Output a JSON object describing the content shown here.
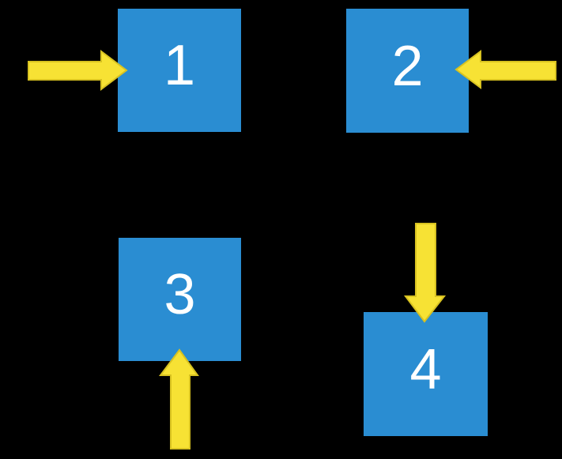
{
  "colors": {
    "background": "#000000",
    "square-fill": "#2A8DD2",
    "arrow-fill": "#F7E234",
    "arrow-stroke": "#D8C220",
    "label-color": "#FFFFFF"
  },
  "squares": [
    {
      "label": "1",
      "arrow": "arrow-pointing-right-into-left-side"
    },
    {
      "label": "2",
      "arrow": "arrow-pointing-left-into-right-side"
    },
    {
      "label": "3",
      "arrow": "arrow-pointing-up-into-bottom-side"
    },
    {
      "label": "4",
      "arrow": "arrow-pointing-down-into-top-side"
    }
  ]
}
